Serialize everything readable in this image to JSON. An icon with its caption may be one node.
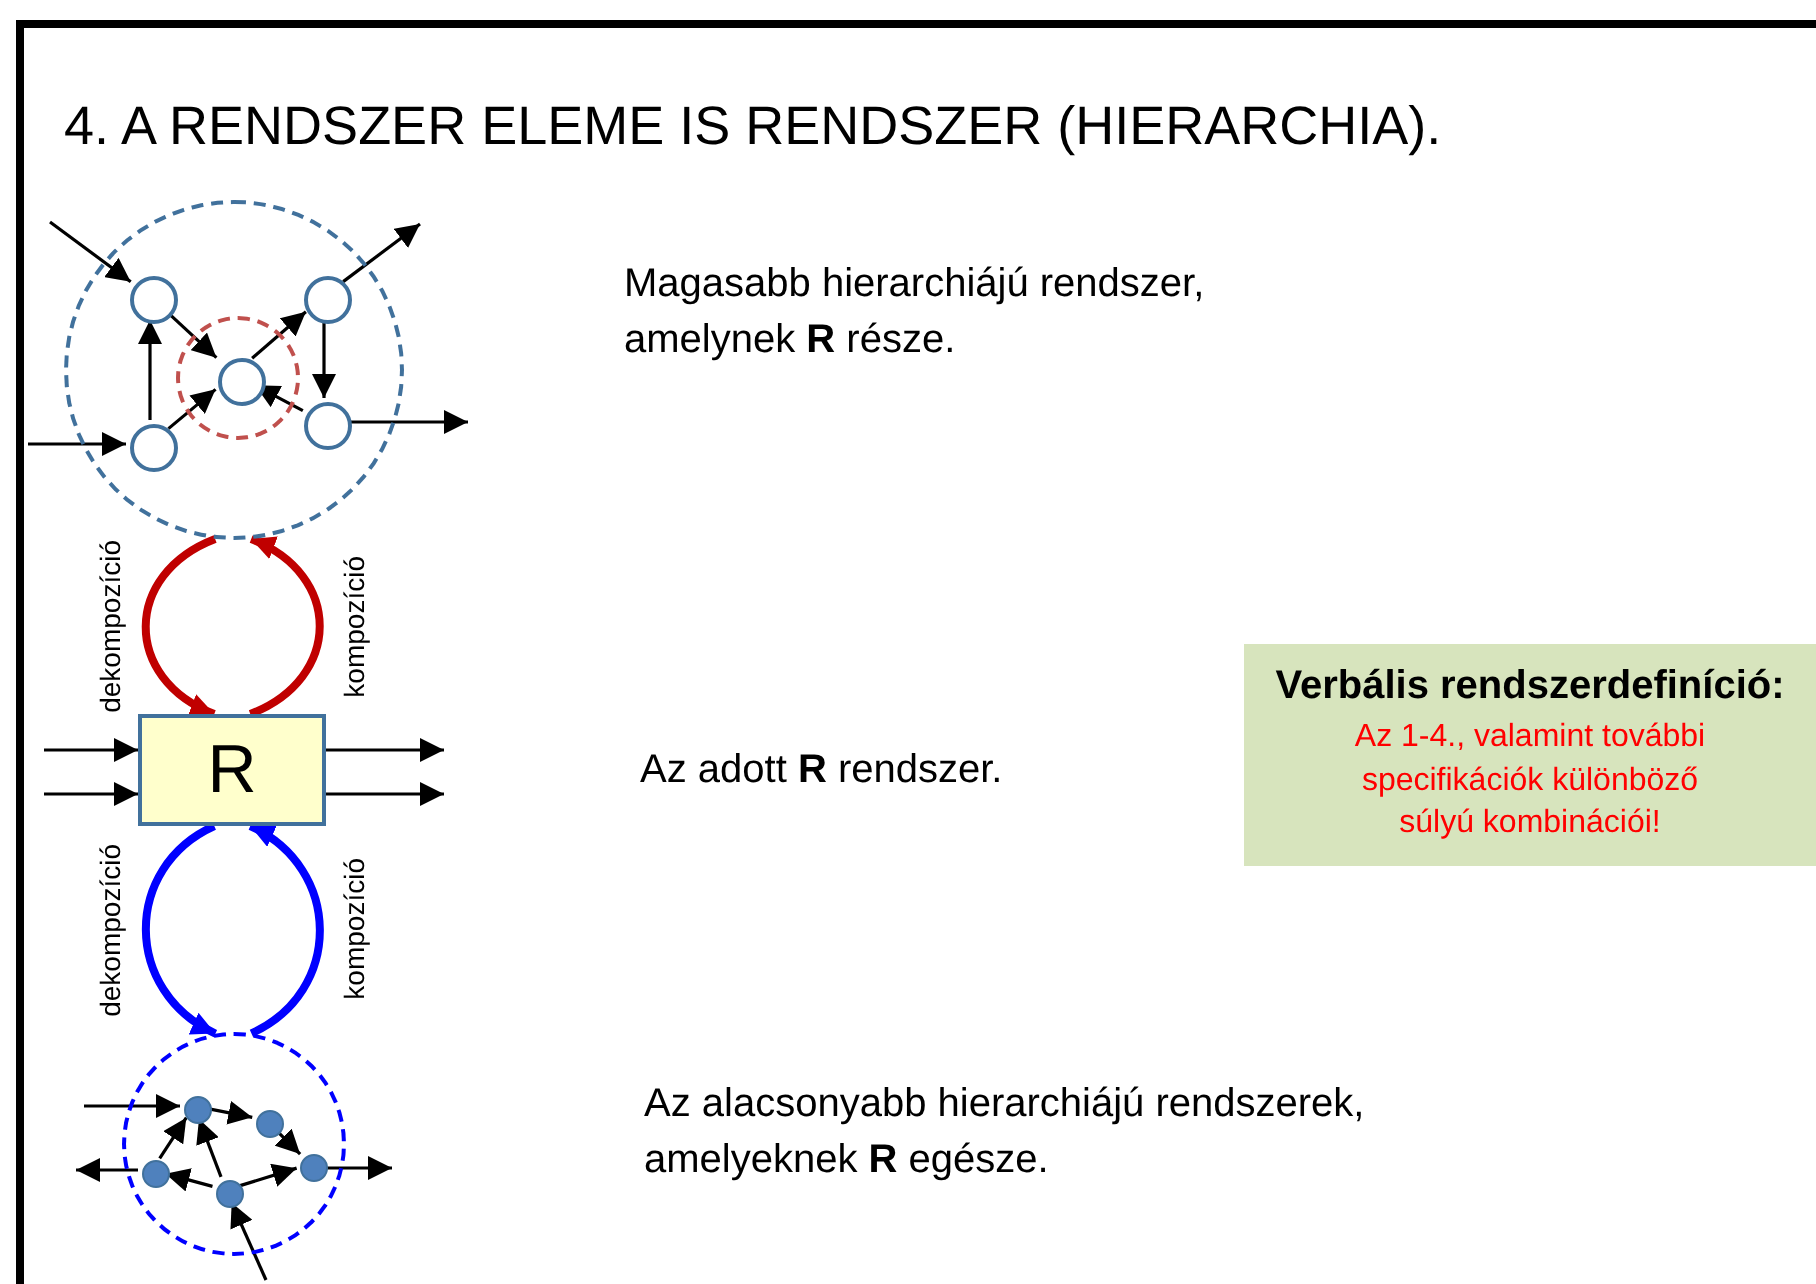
{
  "diagram": {
    "title": "4. A RENDSZER ELEME IS RENDSZER (HIERARCHIA).",
    "nodes": [
      {
        "text": [],
        "shape": "circle"
      },
      {
        "text": [],
        "shape": "circle",
        "in": 0
      },
      {
        "text": [],
        "shape": "circle",
        "in": 0
      },
      {
        "text": [],
        "shape": "circle",
        "in": 0
      },
      {
        "text": [],
        "shape": "circle",
        "in": 3
      },
      {
        "text": [],
        "shape": "circle",
        "in": 0
      },
      {
        "text": [],
        "shape": "circle",
        "in": 0
      },
      {
        "text": [
          "R"
        ]
      },
      {
        "text": [],
        "shape": "circle"
      },
      {
        "text": [],
        "shape": "circle",
        "in": 8
      },
      {
        "text": [],
        "shape": "circle",
        "in": 8
      },
      {
        "text": [],
        "shape": "circle",
        "in": 8
      },
      {
        "text": [],
        "shape": "circle",
        "in": 8
      },
      {
        "text": [],
        "shape": "circle",
        "in": 8
      },
      {
        "text": [
          "Verbális rendszerdefiníció:",
          "Az 1-4., valamint további specifikációk különböző súlyú kombinációi!"
        ]
      }
    ],
    "edges": [
      {
        "from": null,
        "to": 1,
        "arrow": "to"
      },
      {
        "from": null,
        "to": 5,
        "arrow": "to"
      },
      {
        "from": 5,
        "to": 1,
        "arrow": "to"
      },
      {
        "from": 1,
        "to": 4,
        "arrow": "to"
      },
      {
        "from": 5,
        "to": 4,
        "arrow": "to"
      },
      {
        "from": 4,
        "to": 2,
        "arrow": "to"
      },
      {
        "from": 2,
        "to": 6,
        "arrow": "to"
      },
      {
        "from": 6,
        "to": 4,
        "arrow": "to"
      },
      {
        "from": 2,
        "to": null,
        "arrow": "to"
      },
      {
        "from": 6,
        "to": null,
        "arrow": "to"
      },
      {
        "from": 0,
        "to": 7,
        "arrow": "to",
        "label": "dekompozíció",
        "style": "thick",
        "color": "#c00000"
      },
      {
        "from": 7,
        "to": 0,
        "arrow": "to",
        "label": "kompozíció",
        "style": "thick",
        "color": "#c00000"
      },
      {
        "from": null,
        "to": 7,
        "arrow": "to"
      },
      {
        "from": null,
        "to": 7,
        "arrow": "to"
      },
      {
        "from": 7,
        "to": null,
        "arrow": "to"
      },
      {
        "from": 7,
        "to": null,
        "arrow": "to"
      },
      {
        "from": 7,
        "to": 8,
        "arrow": "to",
        "label": "dekompozíció",
        "style": "thick",
        "color": "#0000ff"
      },
      {
        "from": 8,
        "to": 7,
        "arrow": "to",
        "label": "kompozíció",
        "style": "thick",
        "color": "#0000ff"
      },
      {
        "from": null,
        "to": 9,
        "arrow": "to"
      },
      {
        "from": 9,
        "to": 10,
        "arrow": "to"
      },
      {
        "from": 10,
        "to": 11,
        "arrow": "to"
      },
      {
        "from": 12,
        "to": 9,
        "arrow": "to"
      },
      {
        "from": 13,
        "to": 9,
        "arrow": "to"
      },
      {
        "from": 13,
        "to": 12,
        "arrow": "to"
      },
      {
        "from": 13,
        "to": 11,
        "arrow": "to"
      },
      {
        "from": 12,
        "to": null,
        "arrow": "to"
      },
      {
        "from": 11,
        "to": null,
        "arrow": "to"
      },
      {
        "from": null,
        "to": 13,
        "arrow": "to"
      }
    ],
    "labels": [
      "Magasabb hierarchiájú rendszer, amelynek **R** része.",
      "Az adott **R** rendszer.",
      "Az alacsonyabb hierarchiájú rendszerek, amelyeknek **R** egésze."
    ]
  }
}
